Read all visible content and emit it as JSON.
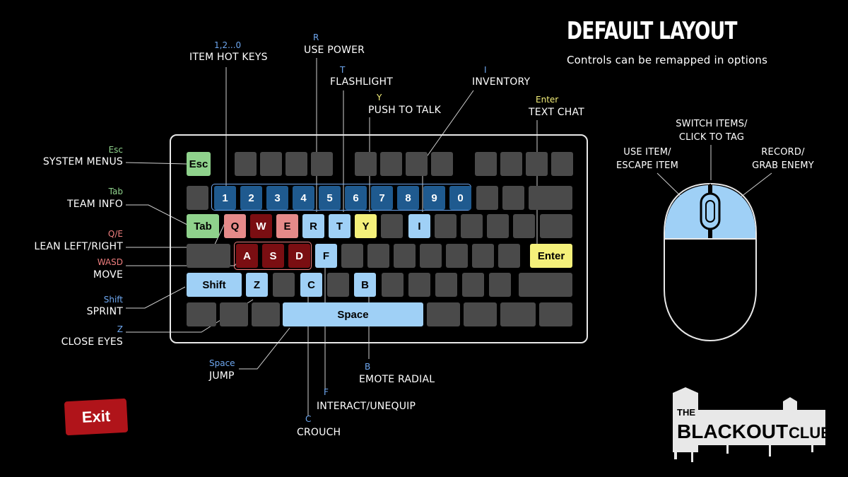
{
  "header": {
    "title": "DEFAULT LAYOUT",
    "subtitle": "Controls can be remapped in options"
  },
  "exit_label": "Exit",
  "logo_text": "THE BLACKOUT CLUB",
  "keyboard": {
    "keys": {
      "esc": "Esc",
      "nums": [
        "1",
        "2",
        "3",
        "4",
        "5",
        "6",
        "7",
        "8",
        "9",
        "0"
      ],
      "tab": "Tab",
      "q": "Q",
      "w": "W",
      "e": "E",
      "r": "R",
      "t": "T",
      "y": "Y",
      "i": "I",
      "a": "A",
      "s": "S",
      "d": "D",
      "f": "F",
      "enter": "Enter",
      "shift": "Shift",
      "z": "Z",
      "c": "C",
      "b": "B",
      "space": "Space"
    }
  },
  "bindings": {
    "system": {
      "key": "Esc",
      "action": "SYSTEM MENUS"
    },
    "team": {
      "key": "Tab",
      "action": "TEAM INFO"
    },
    "lean": {
      "key": "Q/E",
      "action": "LEAN LEFT/RIGHT"
    },
    "move": {
      "key": "WASD",
      "action": "MOVE"
    },
    "sprint": {
      "key": "Shift",
      "action": "SPRINT"
    },
    "close_eyes": {
      "key": "Z",
      "action": "CLOSE EYES"
    },
    "jump": {
      "key": "Space",
      "action": "JUMP"
    },
    "crouch": {
      "key": "C",
      "action": "CROUCH"
    },
    "interact": {
      "key": "F",
      "action": "INTERACT/UNEQUIP"
    },
    "emote": {
      "key": "B",
      "action": "EMOTE RADIAL"
    },
    "hotkeys": {
      "key": "1,2...0",
      "action": "ITEM HOT KEYS"
    },
    "power": {
      "key": "R",
      "action": "USE POWER"
    },
    "flashlight": {
      "key": "T",
      "action": "FLASHLIGHT"
    },
    "talk": {
      "key": "Y",
      "action": "PUSH TO TALK"
    },
    "inventory": {
      "key": "I",
      "action": "INVENTORY"
    },
    "chat": {
      "key": "Enter",
      "action": "TEXT CHAT"
    }
  },
  "mouse": {
    "left": "USE ITEM/\nESCAPE ITEM",
    "middle": "SWITCH ITEMS/\nCLICK TO TAG",
    "right": "RECORD/\nGRAB ENEMY"
  },
  "colors": {
    "blue": "#9fd0f6",
    "hotkey_blue": "#1f5a8f",
    "red": "#e58a89",
    "dark_red": "#7a0e12",
    "green": "#8fd28c",
    "yellow": "#f4f07a"
  }
}
